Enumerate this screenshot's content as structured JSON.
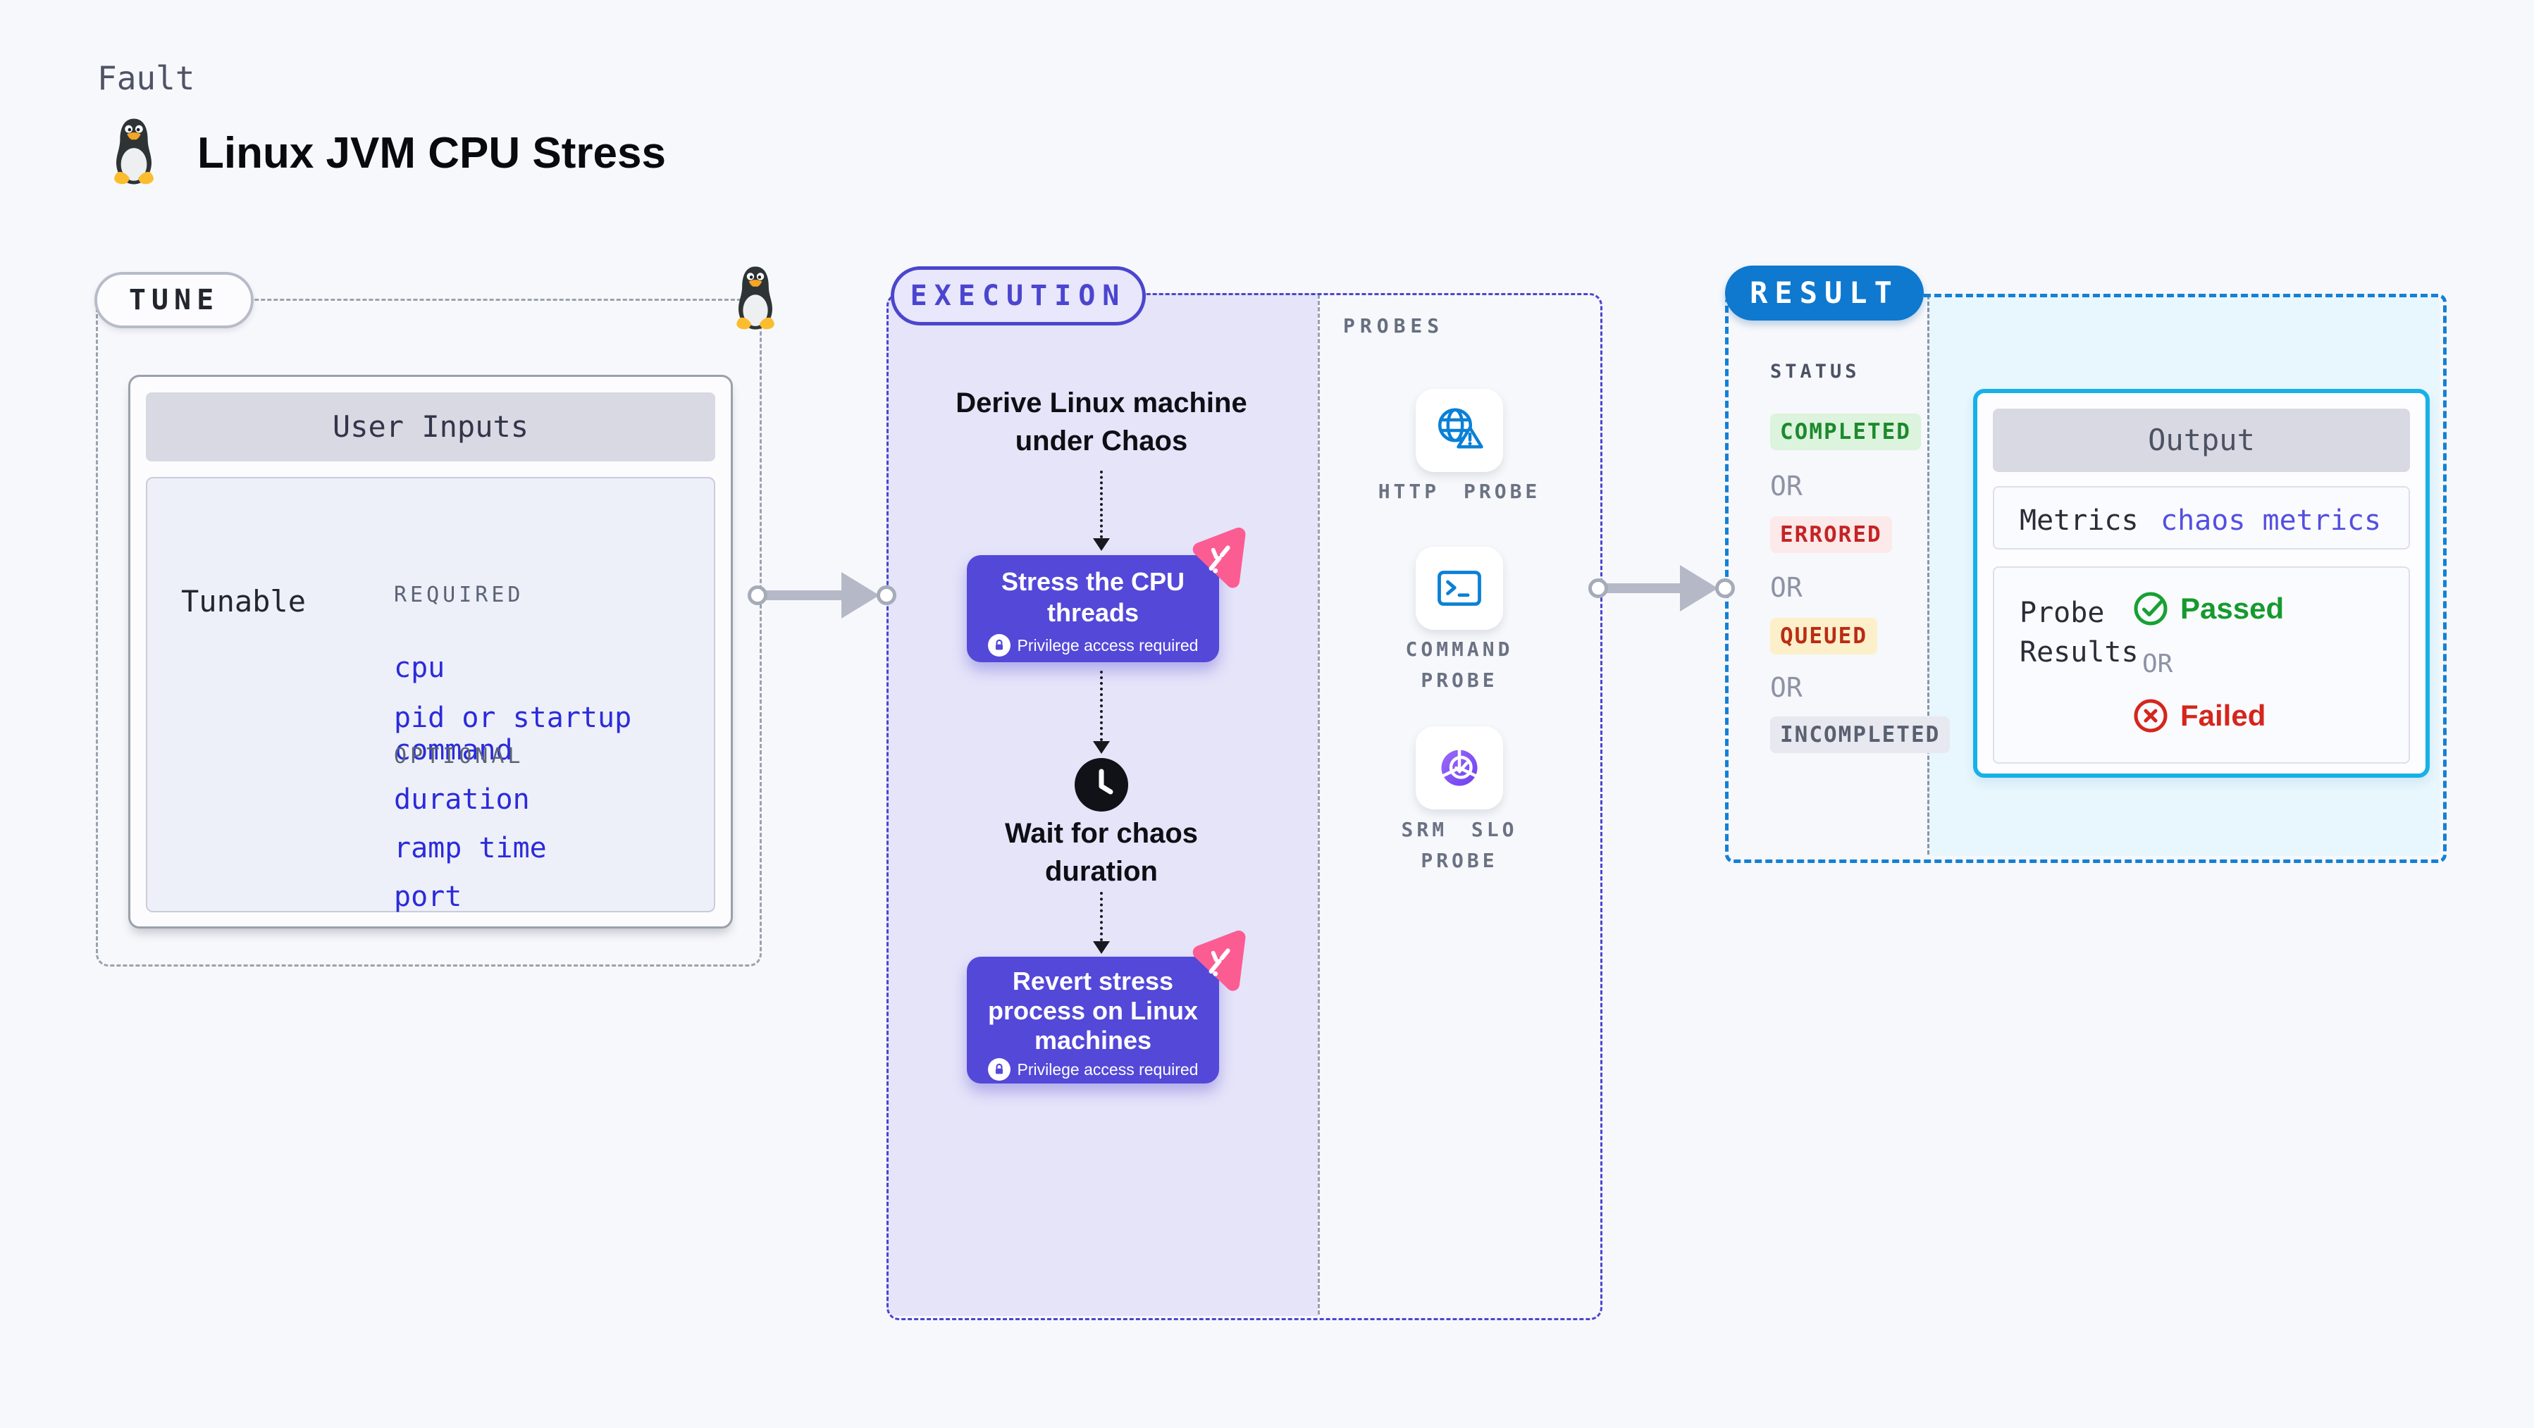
{
  "header": {
    "kicker": "Fault",
    "title": "Linux JVM CPU Stress",
    "icon": "tux-penguin"
  },
  "tune": {
    "label": "TUNE",
    "card": {
      "header": "User Inputs",
      "row_label": "Tunable",
      "groups": [
        {
          "heading": "REQUIRED",
          "items": [
            "cpu",
            "pid or startup command"
          ]
        },
        {
          "heading": "OPTIONAL",
          "items": [
            "duration",
            "ramp time",
            "port"
          ]
        }
      ]
    }
  },
  "execution": {
    "label": "EXECUTION",
    "derive_step": "Derive Linux machine under Chaos",
    "stress_node": {
      "title": "Stress the CPU threads",
      "note": "Privilege access required"
    },
    "wait_step": "Wait for chaos duration",
    "revert_node": {
      "title": "Revert stress process on Linux machines",
      "note": "Privilege access required"
    }
  },
  "probes": {
    "label": "PROBES",
    "items": [
      {
        "name": "HTTP PROBE",
        "icon": "globe-alert-icon"
      },
      {
        "name": "COMMAND PROBE",
        "icon": "terminal-icon"
      },
      {
        "name": "SRM SLO PROBE",
        "icon": "slo-pie-check-icon"
      }
    ]
  },
  "result": {
    "label": "RESULT",
    "status_heading": "STATUS",
    "or_label": "OR",
    "statuses": [
      {
        "label": "COMPLETED",
        "bg": "#dcf3dd",
        "color": "#1c8a2d"
      },
      {
        "label": "ERRORED",
        "bg": "#fce9e9",
        "color": "#c42424"
      },
      {
        "label": "QUEUED",
        "bg": "#fcf0ca",
        "color": "#ba2c15"
      },
      {
        "label": "INCOMPLETED",
        "bg": "#e7e8f0",
        "color": "#596070"
      }
    ],
    "output": {
      "header": "Output",
      "metrics_label": "Metrics",
      "metrics_value": "chaos metrics",
      "probe_results_label": "Probe Results",
      "passed": "Passed",
      "or": "OR",
      "failed": "Failed"
    }
  },
  "colors": {
    "page_bg": "#f7f8fb",
    "execution_accent": "#4b45cf",
    "execution_fill": "#e5e4f9",
    "node_purple": "#5348d8",
    "chaos_pink": "#fb5d92",
    "result_blue": "#0f78cf",
    "result_fill": "#e8f6fd",
    "output_border": "#17b1e8",
    "link_blue": "#2b2bdb",
    "probe_icon_blue": "#0b80d6",
    "gray_dash": "#9aa2ae"
  }
}
